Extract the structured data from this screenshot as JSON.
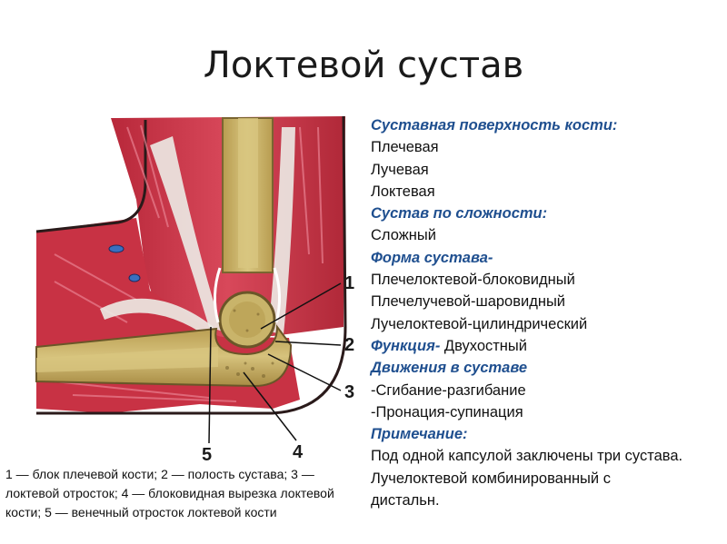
{
  "page": {
    "title": "Локтевой сустав"
  },
  "figure": {
    "numbers": [
      "1",
      "2",
      "3",
      "4",
      "5"
    ]
  },
  "info": {
    "lines": [
      {
        "kind": "heading",
        "text": "Суставная поверхность кости:"
      },
      {
        "kind": "text",
        "text": "Плечевая"
      },
      {
        "kind": "text",
        "text": "Лучевая"
      },
      {
        "kind": "text",
        "text": "Локтевая"
      },
      {
        "kind": "heading",
        "text": "Сустав по сложности:"
      },
      {
        "kind": "text",
        "text": "Сложный"
      },
      {
        "kind": "heading",
        "text": "Форма сустава-"
      },
      {
        "kind": "text",
        "text": "Плечелоктевой-блоковидный"
      },
      {
        "kind": "text",
        "text": "Плечелучевой-шаровидный"
      },
      {
        "kind": "text",
        "text": "Лучелоктевой-цилиндрический"
      },
      {
        "kind": "mixed",
        "heading": "Функция-",
        "text": " Двухостный"
      },
      {
        "kind": "heading",
        "text": "Движения в суставе"
      },
      {
        "kind": "text",
        "text": "-Сгибание-разгибание"
      },
      {
        "kind": "text",
        "text": "-Пронация-супинация"
      },
      {
        "kind": "heading",
        "text": "Примечание:"
      },
      {
        "kind": "text",
        "text": "Под одной капсулой заключены три сустава."
      },
      {
        "kind": "text",
        "text": "Лучелоктевой комбинированный с"
      },
      {
        "kind": "text",
        "text": "дистальн."
      }
    ]
  },
  "caption": {
    "text": "1 — блок плечевой кости; 2 — полость сустава; 3 — локтевой отросток; 4 — блоковидная вырезка локтевой кости; 5 — венечный отросток локтевой кости"
  },
  "colors": {
    "heading": "#1f4f8f",
    "muscle": "#c8323f",
    "bone": "#c9b46a",
    "marrow": "#a89048",
    "tendon": "#ecebe6"
  }
}
